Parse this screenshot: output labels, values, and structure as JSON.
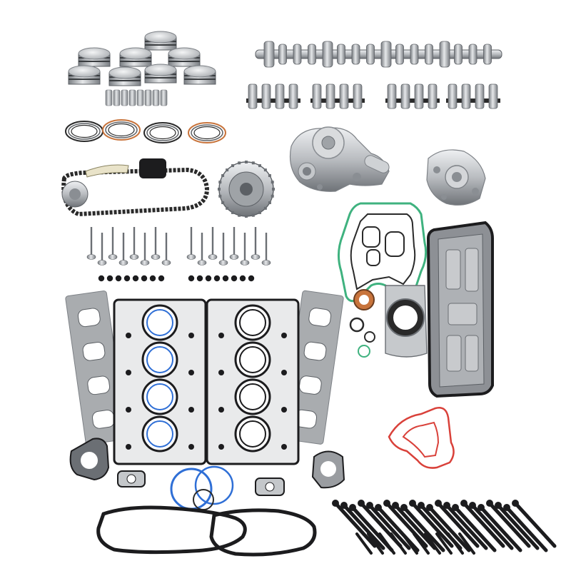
{
  "colors": {
    "background": "#ffffff",
    "metal": "#b9bcc0",
    "metal_dark": "#6b6f74",
    "metal_light": "#e4e6e8",
    "gasket_black": "#1c1c1e",
    "gasket_gray": "#a9acaf",
    "blue_seal": "#2f6fd6",
    "green_seal": "#3fb27f",
    "red_seal": "#d9413a",
    "copper_ring": "#c8743c",
    "chain": "#2a2a2a"
  },
  "parts": [
    {
      "id": "pistons",
      "icon": "piston-icon"
    },
    {
      "id": "camshaft",
      "icon": "camshaft-icon"
    },
    {
      "id": "lifters",
      "icon": "lifter-icon"
    },
    {
      "id": "piston-rings",
      "icon": "piston-ring-icon"
    },
    {
      "id": "timing-chain",
      "icon": "timing-chain-icon"
    },
    {
      "id": "water-pump",
      "icon": "water-pump-icon"
    },
    {
      "id": "oil-pump",
      "icon": "oil-pump-icon"
    },
    {
      "id": "valves",
      "icon": "valve-icon"
    },
    {
      "id": "head-gaskets",
      "icon": "head-gasket-icon"
    },
    {
      "id": "oil-pan-gasket",
      "icon": "oil-pan-gasket-icon"
    },
    {
      "id": "head-bolts",
      "icon": "bolt-icon"
    }
  ]
}
